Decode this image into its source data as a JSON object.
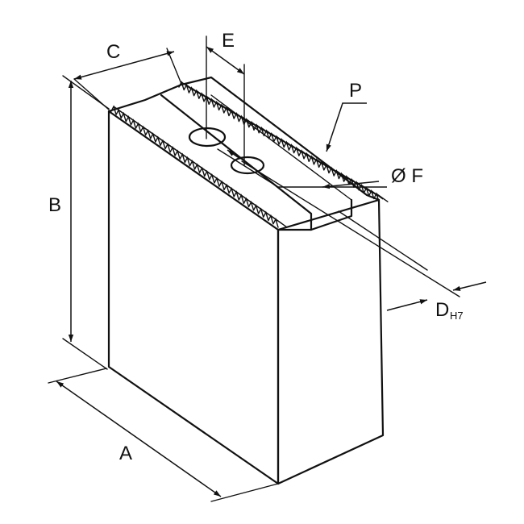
{
  "labels": {
    "a": "A",
    "b": "B",
    "c": "C",
    "d": "D",
    "d_sub": "H7",
    "e": "E",
    "f": "Ø F",
    "p": "P"
  },
  "colors": {
    "line": "#111111",
    "background": "#ffffff"
  }
}
